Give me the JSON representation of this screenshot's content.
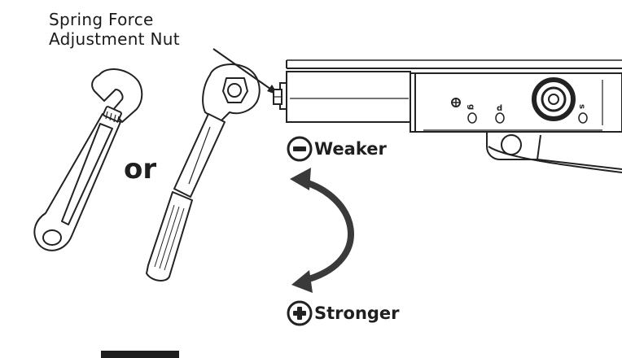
{
  "callout": {
    "line1": "Spring Force",
    "line2": "Adjustment Nut"
  },
  "tool_separator": "or",
  "directions": {
    "weaker": "Weaker",
    "stronger": "Stronger"
  },
  "housing_marks": [
    "g",
    "d",
    "s"
  ],
  "colors": {
    "ink": "#1f1f1f",
    "arrow": "#3a3a3a",
    "line": "#222222"
  },
  "icons": {
    "minus": "minus-circle-icon",
    "plus": "plus-circle-icon"
  }
}
